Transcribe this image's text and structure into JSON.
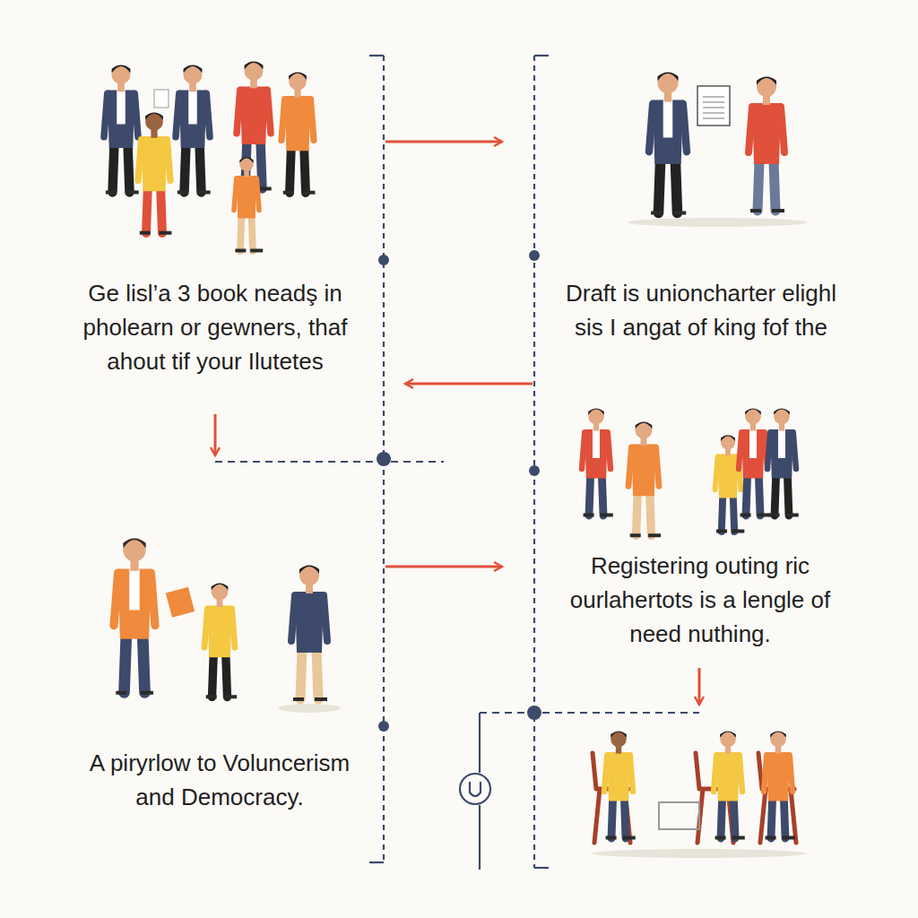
{
  "diagram": {
    "labels": [
      "Ge lisl’a 3 book neadş in pholearn or gewners, thaf ahout tif your Ilutetes",
      "Draft is unioncharter elighl sis I angat of king fof the",
      "Registering outing ric ourlahertots is a lengle of need nuthing.",
      "A piryrlow to Voluncеrism and Democracy."
    ]
  }
}
